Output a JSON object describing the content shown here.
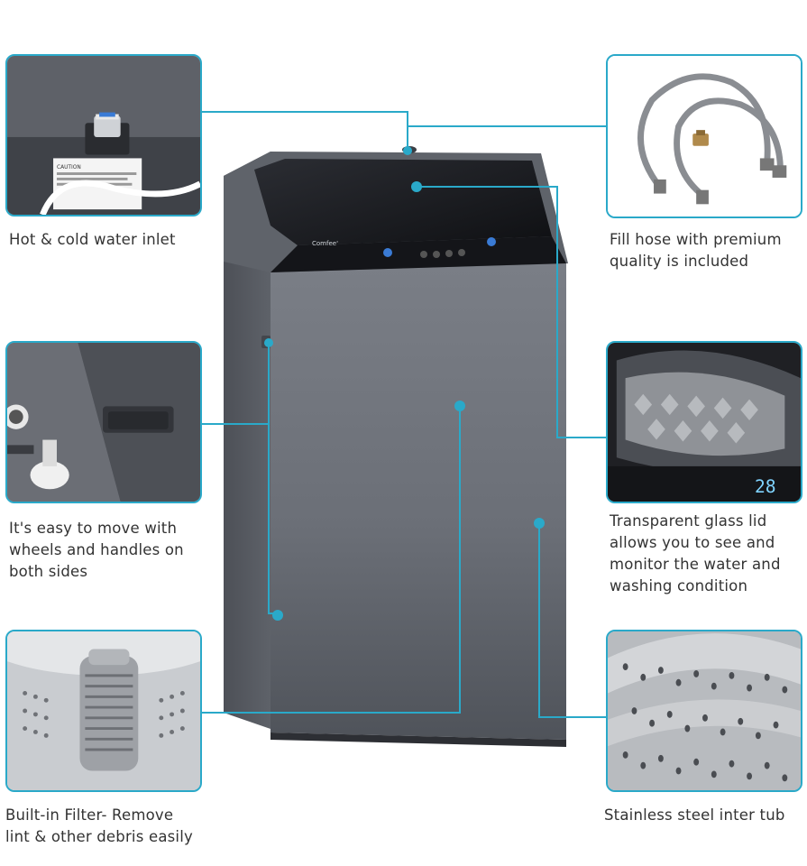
{
  "features": {
    "water_inlet": {
      "lines": [
        "Hot & cold water inlet"
      ]
    },
    "fill_hose": {
      "lines": [
        "Fill hose with premium",
        "quality is included"
      ]
    },
    "wheels": {
      "lines": [
        "It's easy to move with",
        "wheels and handles on",
        "both sides"
      ]
    },
    "glass_lid": {
      "lines": [
        "Transparent glass lid",
        "allows you to see and",
        "monitor the water and",
        "washing condition"
      ]
    },
    "filter": {
      "lines": [
        "Built-in Filter- Remove",
        "lint & other debris easily"
      ]
    },
    "steel_tub": {
      "lines": [
        "Stainless steel inter tub"
      ]
    }
  },
  "product": {
    "brand": "Comfee'",
    "display_readout": "28"
  },
  "labels": {
    "inlet_warning": "CAUTION"
  },
  "colors": {
    "accent": "#2aa9c9",
    "body": "#6c7078",
    "lid": "#17181c"
  }
}
